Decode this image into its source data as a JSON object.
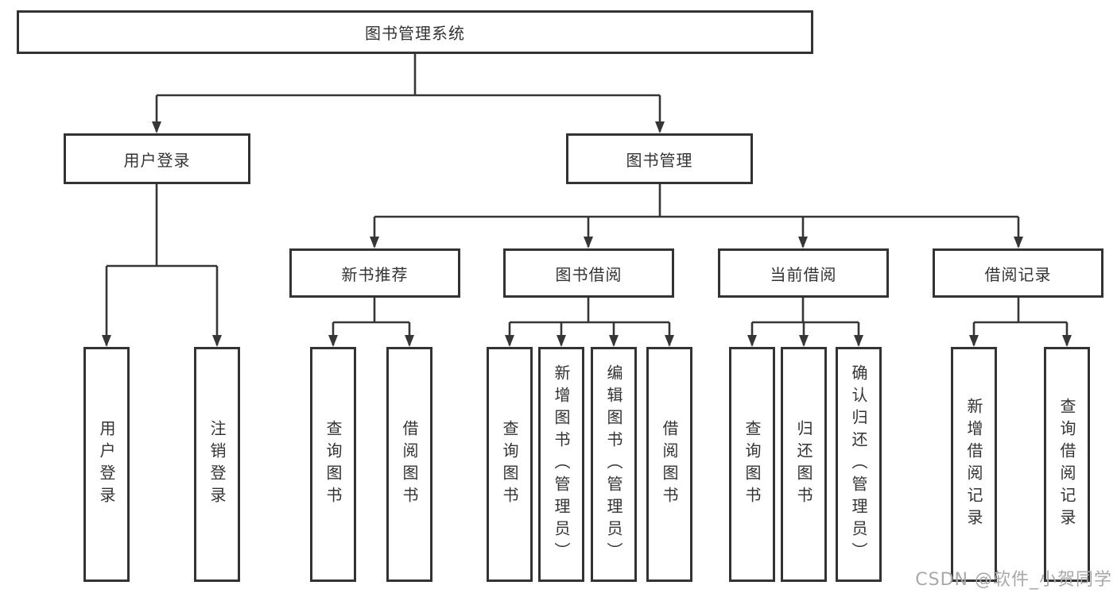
{
  "diagram": {
    "title": "图书管理系统",
    "children": [
      {
        "label": "用户登录",
        "leaves": [
          "用户登录",
          "注销登录"
        ]
      },
      {
        "label": "图书管理",
        "children": [
          {
            "label": "新书推荐",
            "leaves": [
              "查询图书",
              "借阅图书"
            ]
          },
          {
            "label": "图书借阅",
            "leaves": [
              "查询图书",
              "新增图书（管理员）",
              "编辑图书（管理员）",
              "借阅图书"
            ]
          },
          {
            "label": "当前借阅",
            "leaves": [
              "查询图书",
              "归还图书",
              "确认归还（管理员）"
            ]
          },
          {
            "label": "借阅记录",
            "leaves": [
              "新增借阅记录",
              "查询借阅记录"
            ]
          }
        ]
      }
    ]
  },
  "watermark": "CSDN @软件_小贺同学",
  "colors": {
    "line": "#363636",
    "text": "#333333",
    "watermark": "#a8a8a8",
    "background": "#ffffff"
  }
}
